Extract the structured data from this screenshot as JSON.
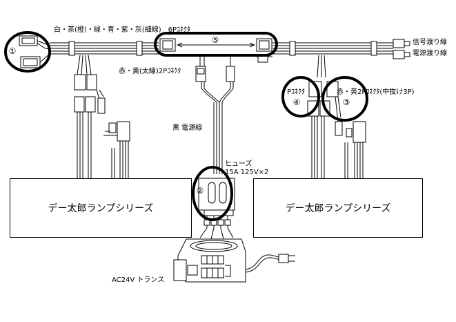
{
  "labels": {
    "wire_colors": "白・茶(橙)・緑・青・紫・灰(細線)　6Pｺﾈｸﾀ",
    "signal_cable": "信号渡り線",
    "power_jumper": "電源渡り線",
    "connector_2p_thick": "赤・黄(太線)2Pｺﾈｸﾀ",
    "p_connector": "Pｺﾈｸﾀ",
    "connector_2p_mid": "赤・黄2Pｺﾈｸﾀ(中抜け3P)",
    "power_line": "黒 電源線",
    "fuse": "ヒューズ",
    "fuse_spec": "15A 125V×2",
    "transformer": "AC24V トランス"
  },
  "boxes": {
    "left_lamp": "デー太郎ランプシリーズ",
    "right_lamp": "デー太郎ランプシリーズ"
  },
  "markers": {
    "m1": "①",
    "m2": "②",
    "m3": "③",
    "m4": "④",
    "m5": "⑤"
  }
}
